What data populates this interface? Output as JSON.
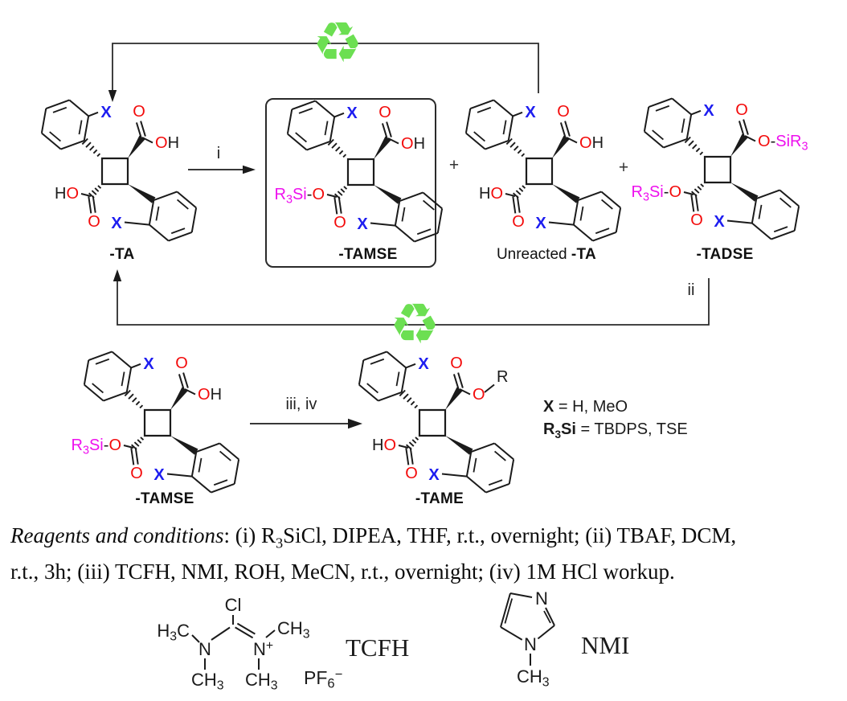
{
  "palette": {
    "black": "#1b1b1b",
    "red": "#f30b0b",
    "blue": "#1d1df0",
    "magenta": "#ee10ee",
    "green": "#6cdf52",
    "line": "#2b2b2b"
  },
  "icons": {
    "recycle_char": "♻"
  },
  "atoms": {
    "o": "O"
  },
  "steps": {
    "i": "i",
    "ii": "ii",
    "iii_iv": "iii, iv"
  },
  "operators": {
    "plus": "+"
  },
  "structures": [
    {
      "key": "ta",
      "name": "-TA",
      "prefix": "",
      "x": "X",
      "top": {
        "type": "OH",
        "runs": [
          [
            "O",
            "r"
          ],
          [
            "H",
            "k"
          ]
        ]
      },
      "left": {
        "runs": [
          [
            "H",
            "k"
          ],
          [
            "O",
            "r"
          ]
        ]
      }
    },
    {
      "key": "tamse-boxed",
      "name": "-TAMSE",
      "prefix": "",
      "x": "X",
      "top": {
        "type": "OH",
        "runs": [
          [
            "O",
            "r"
          ],
          [
            "H",
            "k"
          ]
        ]
      },
      "left": {
        "runs": [
          [
            "R",
            "m"
          ],
          [
            "3",
            "m",
            "s"
          ],
          [
            "Si",
            "m"
          ],
          [
            "-",
            "k"
          ],
          [
            "O",
            "r"
          ]
        ]
      }
    },
    {
      "key": "ta-unreacted",
      "name": "-TA",
      "prefix": "Unreacted  ",
      "x": "X",
      "top": {
        "type": "OH",
        "runs": [
          [
            "O",
            "r"
          ],
          [
            "H",
            "k"
          ]
        ]
      },
      "left": {
        "runs": [
          [
            "H",
            "k"
          ],
          [
            "O",
            "r"
          ]
        ]
      }
    },
    {
      "key": "tadse",
      "name": "-TADSE",
      "prefix": "",
      "x": "X",
      "top": {
        "type": "OSiR3",
        "runs": [
          [
            "O",
            "r"
          ],
          [
            "-",
            "k"
          ],
          [
            "SiR",
            "m"
          ],
          [
            "3",
            "m",
            "s"
          ]
        ]
      },
      "left": {
        "runs": [
          [
            "R",
            "m"
          ],
          [
            "3",
            "m",
            "s"
          ],
          [
            "Si",
            "m"
          ],
          [
            "-",
            "k"
          ],
          [
            "O",
            "r"
          ]
        ]
      }
    },
    {
      "key": "tamse",
      "name": "-TAMSE",
      "prefix": "",
      "x": "X",
      "top": {
        "type": "OH",
        "runs": [
          [
            "O",
            "r"
          ],
          [
            "H",
            "k"
          ]
        ]
      },
      "left": {
        "runs": [
          [
            "R",
            "m"
          ],
          [
            "3",
            "m",
            "s"
          ],
          [
            "Si",
            "m"
          ],
          [
            "-",
            "k"
          ],
          [
            "O",
            "r"
          ]
        ]
      }
    },
    {
      "key": "tame",
      "name": "-TAME",
      "prefix": "",
      "x": "X",
      "top": {
        "type": "OR",
        "runs": [
          [
            "O",
            "r"
          ]
        ],
        "r_runs": [
          [
            "R",
            "k"
          ]
        ]
      },
      "left": {
        "runs": [
          [
            "H",
            "k"
          ],
          [
            "O",
            "r"
          ]
        ]
      }
    }
  ],
  "legend": {
    "x_symbol": "X",
    "x_value": " = H, MeO",
    "r3si": {
      "r": "R",
      "sub": "3",
      "si": "Si"
    },
    "r3si_value": " = TBDPS, TSE"
  },
  "reagents": {
    "line1_italic": "Reagents and conditions",
    "line1_rest_a": ": (i) R",
    "line1_sub": "3",
    "line1_rest_b": "SiCl, DIPEA, THF, r.t., overnight; (ii) TBAF, DCM,",
    "line2": "r.t., 3h; (iii) TCFH, NMI, ROH, MeCN, r.t., overnight; (iv) 1M HCl workup."
  },
  "tcfh": {
    "label": "TCFH",
    "cl": "Cl",
    "h3c": [
      [
        "H",
        "k"
      ],
      [
        "3",
        "k",
        "s"
      ],
      [
        "C",
        "k"
      ]
    ],
    "n_left": "N",
    "n_right": "N",
    "n_plus": "+",
    "ch3": [
      [
        "CH",
        "k"
      ],
      [
        "3",
        "k",
        "s"
      ]
    ],
    "pf6": [
      [
        "PF",
        "k"
      ],
      [
        "6",
        "k",
        "s"
      ],
      [
        "−",
        "k",
        "p"
      ]
    ]
  },
  "nmi": {
    "label": "NMI",
    "n_top": "N",
    "n_bottom": "N",
    "ch3": [
      [
        "CH",
        "k"
      ],
      [
        "3",
        "k",
        "s"
      ]
    ]
  }
}
